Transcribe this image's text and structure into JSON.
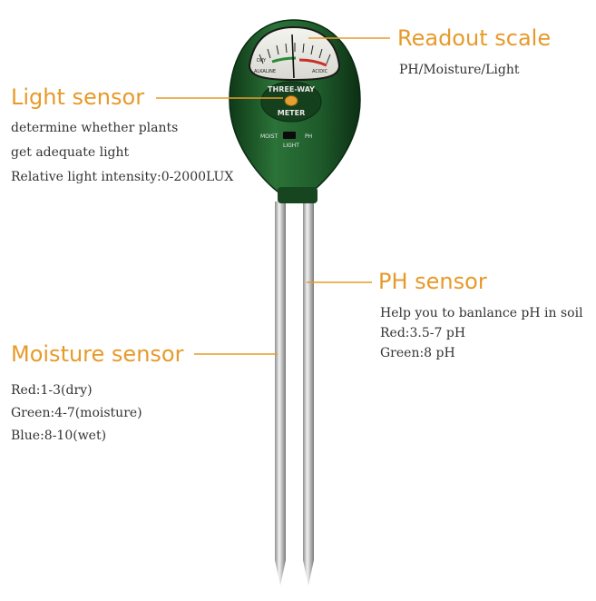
{
  "colors": {
    "accent": "#e79a2a",
    "body_green": "#1f5a2c",
    "text": "#333333"
  },
  "callouts": {
    "readout": {
      "title": "Readout scale",
      "lines": [
        "PH/Moisture/Light"
      ]
    },
    "light": {
      "title": "Light sensor",
      "lines": [
        "determine whether plants",
        "get adequate light",
        "Relative light intensity:0-2000LUX"
      ]
    },
    "ph": {
      "title": "PH sensor",
      "lines": [
        "Help you to banlance pH in soil",
        "Red:3.5-7 pH",
        "Green:8 pH"
      ]
    },
    "moisture": {
      "title": "Moisture sensor",
      "lines": [
        "Red:1-3(dry)",
        "Green:4-7(moisture)",
        "Blue:8-10(wet)"
      ]
    }
  },
  "meter": {
    "name_top": "THREE-WAY",
    "name_bottom": "METER",
    "switch_left": "MOIST",
    "switch_right": "PH",
    "switch_bottom": "LIGHT",
    "scale_left": "DRY",
    "scale_right": "ACIDIC",
    "scale_bottom_left": "ALKALINE"
  }
}
